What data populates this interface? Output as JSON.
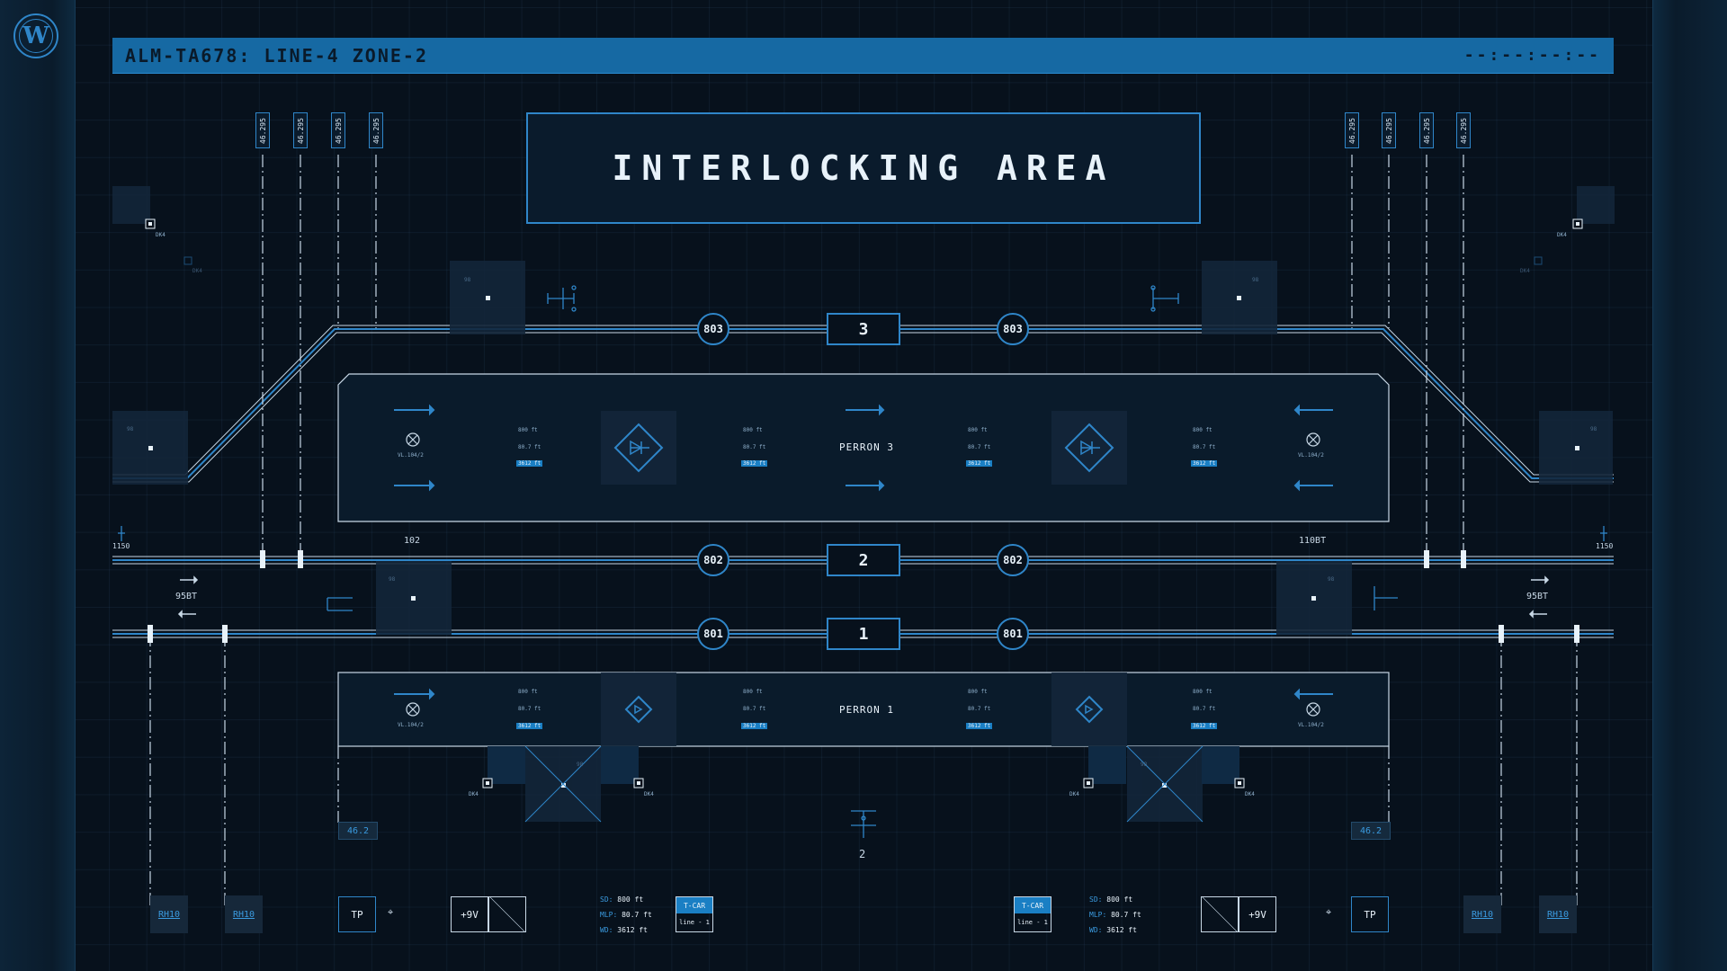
{
  "header": {
    "title": "ALM-TA678: LINE-4 ZONE-2",
    "clock": "--:--:--:--"
  },
  "logo": {
    "letter": "W",
    "icon": "w-circle-logo"
  },
  "banner": {
    "title": "INTERLOCKING AREA"
  },
  "km_markers": [
    "46.295",
    "46.295",
    "46.295",
    "46.295",
    "46.295",
    "46.295",
    "46.295",
    "46.295"
  ],
  "tracks": [
    {
      "number": "3",
      "left_signal": "803",
      "right_signal": "803"
    },
    {
      "number": "2",
      "left_signal": "802",
      "right_signal": "802"
    },
    {
      "number": "1",
      "left_signal": "801",
      "right_signal": "801"
    }
  ],
  "perrons": {
    "upper": "PERRON 3",
    "lower": "PERRON 1"
  },
  "switch_labels": [
    "DK4",
    "DK4",
    "DK4",
    "DK4",
    "DK4",
    "DK4"
  ],
  "faded_labels": [
    "DK4",
    "DK4"
  ],
  "block_tag": "98",
  "unit_label": "VL.104/2",
  "mini_values": {
    "line1": "800 ft",
    "line2": "80.7 ft",
    "line3": "3612 ft"
  },
  "track_labels": {
    "left_102": "102",
    "right_110bt": "110BT",
    "left_1150": "1150",
    "right_1150": "1150",
    "left_95bt": "95BT",
    "right_95bt": "95BT"
  },
  "km_tag": "46.2",
  "center_num": "2",
  "rh_label": "RH10",
  "bottom_left": {
    "tp": "TP",
    "plus9v": "+9V",
    "tcar_title": "T-CAR",
    "tcar_sub": "line - 1",
    "stats": {
      "sd_k": "SD:",
      "sd_v": "800 ft",
      "mlp_k": "MLP:",
      "mlp_v": "80.7 ft",
      "wd_k": "WD:",
      "wd_v": "3612 ft"
    }
  },
  "bottom_right": {
    "tp": "TP",
    "plus9v": "+9V",
    "tcar_title": "T-CAR",
    "tcar_sub": "line - 1",
    "stats": {
      "sd_k": "SD:",
      "sd_v": "800 ft",
      "mlp_k": "MLP:",
      "mlp_v": "80.7 ft",
      "wd_k": "WD:",
      "wd_v": "3612 ft"
    }
  },
  "colors": {
    "accent": "#2f86c9",
    "header": "#1669a3",
    "background": "#07111c"
  }
}
